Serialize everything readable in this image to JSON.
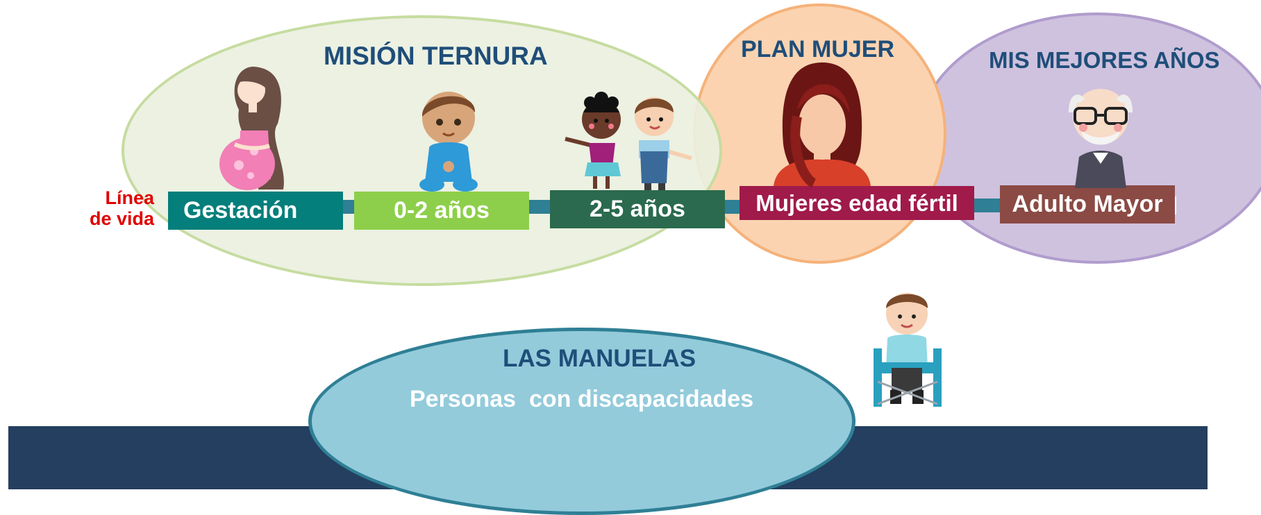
{
  "groups": {
    "mision_ternura": {
      "title": "MISIÓN TERNURA"
    },
    "plan_mujer": {
      "title": "PLAN MUJER"
    },
    "mis_mejores_anos": {
      "title": "MIS MEJORES AÑOS"
    },
    "las_manuelas": {
      "title": "LAS MANUELAS",
      "subtitle": "Personas  con discapacidades"
    }
  },
  "lifeline": {
    "line1": "Línea",
    "line2": "de vida"
  },
  "stages": [
    {
      "label": "Gestación",
      "color": "#047f7b"
    },
    {
      "label": "0-2 años",
      "color": "#8dcf4b"
    },
    {
      "label": "2-5 años",
      "color": "#2b6a4e"
    },
    {
      "label": "Mujeres edad fértil",
      "color": "#a01a4a"
    },
    {
      "label": "Adulto Mayor",
      "color": "#8b4a44"
    }
  ],
  "icons": [
    "pregnant-woman-icon",
    "baby-icon",
    "children-icon",
    "woman-icon",
    "elderly-man-icon",
    "wheelchair-person-icon"
  ],
  "colors": {
    "title_blue": "#1f4e79",
    "lifeline_red": "#e00000",
    "connector": "#2f7f95",
    "base_band": "#243f5f",
    "ellipse_green": "#eaf0df",
    "ellipse_orange": "#fbd3b0",
    "ellipse_purple": "#cfc2de",
    "ellipse_blue": "#93cbdb"
  }
}
